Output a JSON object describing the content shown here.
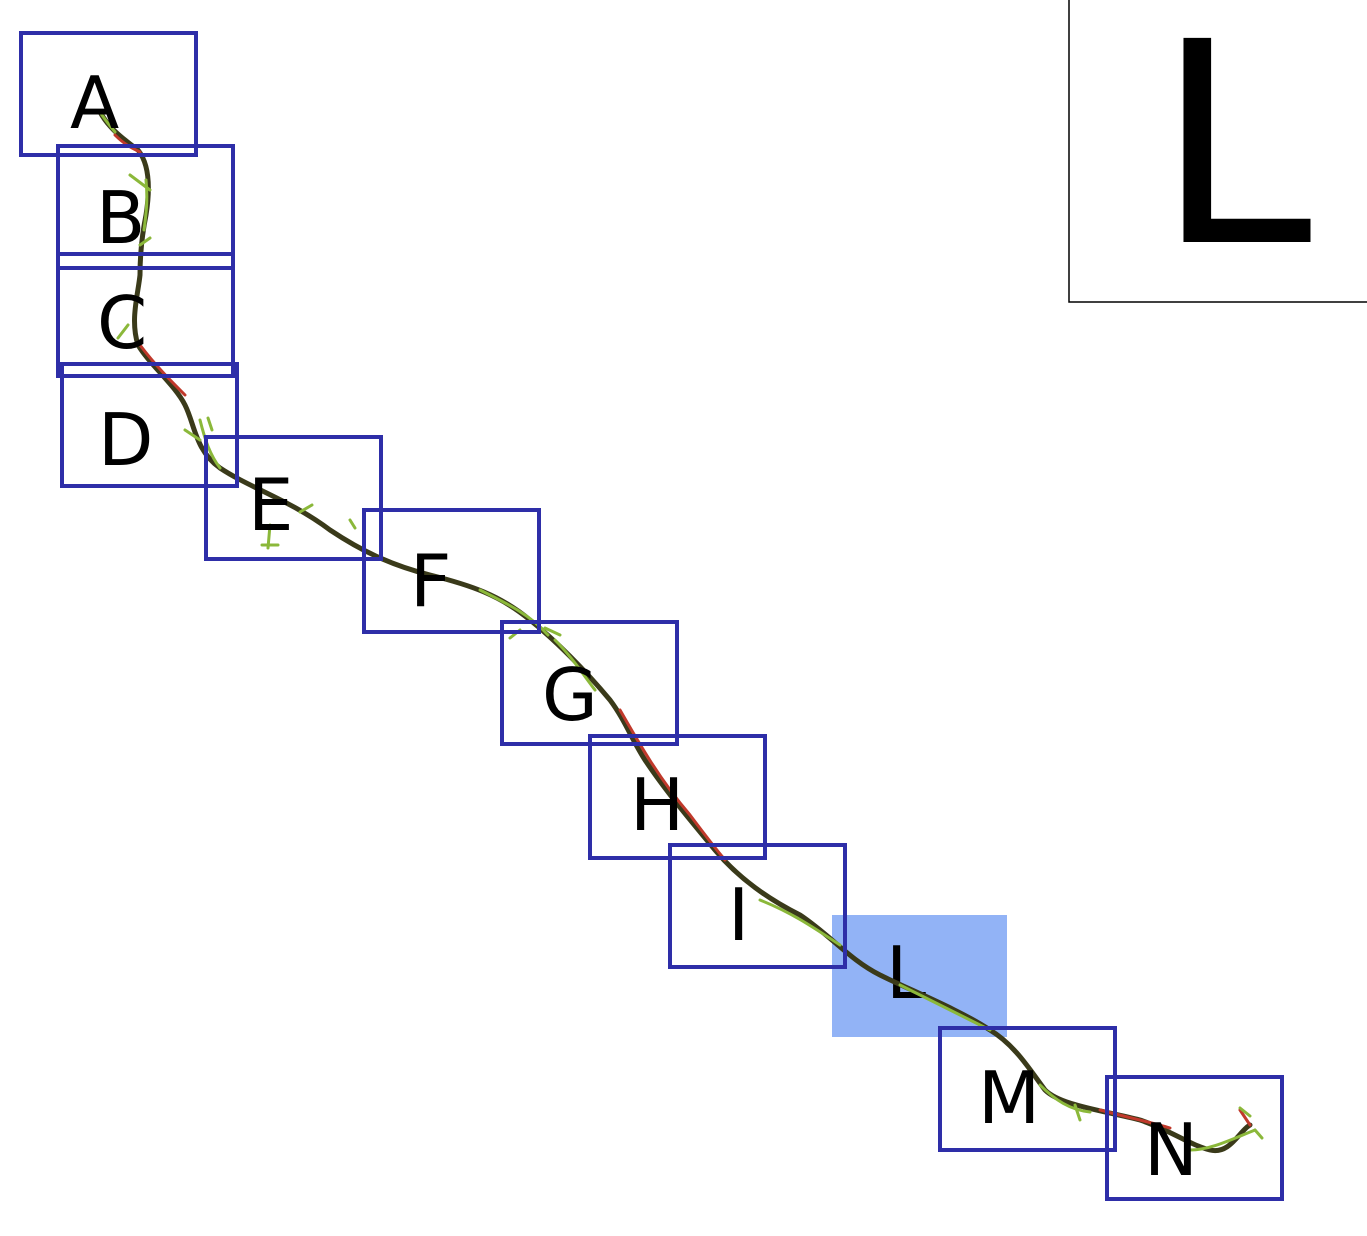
{
  "inset": {
    "label": "L"
  },
  "tiles": [
    {
      "id": "A",
      "label": "A",
      "highlighted": false
    },
    {
      "id": "B",
      "label": "B",
      "highlighted": false
    },
    {
      "id": "C",
      "label": "C",
      "highlighted": false
    },
    {
      "id": "D",
      "label": "D",
      "highlighted": false
    },
    {
      "id": "E",
      "label": "E",
      "highlighted": false
    },
    {
      "id": "F",
      "label": "F",
      "highlighted": false
    },
    {
      "id": "G",
      "label": "G",
      "highlighted": false
    },
    {
      "id": "H",
      "label": "H",
      "highlighted": false
    },
    {
      "id": "I",
      "label": "I",
      "highlighted": false
    },
    {
      "id": "L",
      "label": "L",
      "highlighted": true
    },
    {
      "id": "M",
      "label": "M",
      "highlighted": false
    },
    {
      "id": "N",
      "label": "N",
      "highlighted": false
    }
  ],
  "colors": {
    "tile_border": "#2e2ea8",
    "highlight_fill": "#7fa6f5",
    "trace_red": "#c0392b",
    "trace_green": "#8bb83a",
    "trace_dark": "#3a3a1a"
  }
}
